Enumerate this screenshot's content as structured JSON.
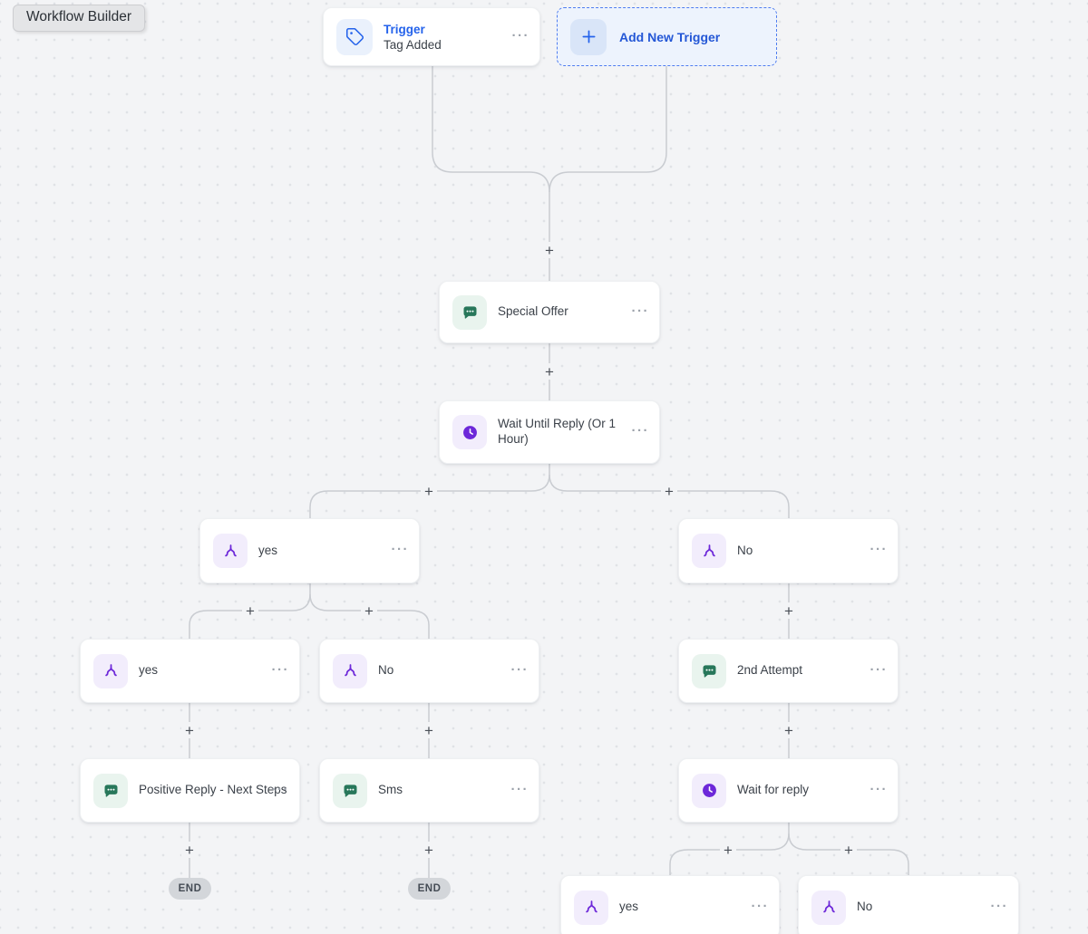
{
  "canvas": {
    "workflow_label": "Workflow Builder"
  },
  "ui": {
    "plus_symbol": "+",
    "more_symbol": "···",
    "end_label": "END"
  },
  "nodes": {
    "trigger": {
      "title": "Trigger",
      "subtitle": "Tag Added"
    },
    "add_trigger": {
      "label": "Add New Trigger"
    },
    "special_offer": {
      "title": "Special Offer"
    },
    "wait_until_reply": {
      "title": "Wait Until Reply (Or 1 Hour)"
    },
    "branch_yes_1": {
      "title": "yes"
    },
    "branch_no_1": {
      "title": "No"
    },
    "branch_yes_2": {
      "title": "yes"
    },
    "branch_no_2": {
      "title": "No"
    },
    "second_attempt": {
      "title": "2nd Attempt"
    },
    "positive_reply": {
      "title": "Positive Reply - Next Steps"
    },
    "sms": {
      "title": "Sms"
    },
    "wait_for_reply": {
      "title": "Wait for reply"
    },
    "branch_yes_3": {
      "title": "yes"
    },
    "branch_no_3": {
      "title": "No"
    }
  },
  "colors": {
    "accent_blue": "#2563eb",
    "accent_purple": "#6d28d9",
    "accent_green": "#27775a",
    "line_color": "#c9ccd1",
    "canvas_bg": "#f3f4f6"
  }
}
